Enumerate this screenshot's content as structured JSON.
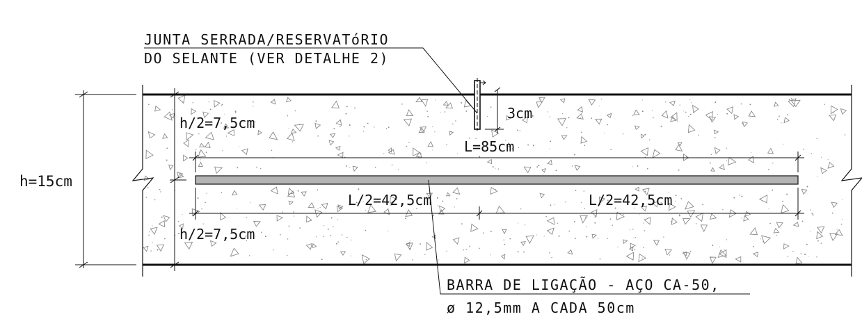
{
  "labels": {
    "joint_line1": "JUNTA SERRADA/RESERVATóRIO",
    "joint_line2": "DO SELANTE (VER DETALHE 2)",
    "bar_line1": "BARRA DE LIGAÇÃO - AÇO CA-50,",
    "bar_line2": "ø 12,5mm A CADA 50cm"
  },
  "dimensions": {
    "slab_thickness": "h=15cm",
    "half_top": "h/2=7,5cm",
    "half_bottom": "h/2=7,5cm",
    "joint_depth": "3cm",
    "bar_length": "L=85cm",
    "bar_half_left": "L/2=42,5cm",
    "bar_half_right": "L/2=42,5cm"
  },
  "colors": {
    "line": "#111111",
    "bar_fill": "#b4b4b4",
    "aggregate": "#8a8a8a"
  }
}
